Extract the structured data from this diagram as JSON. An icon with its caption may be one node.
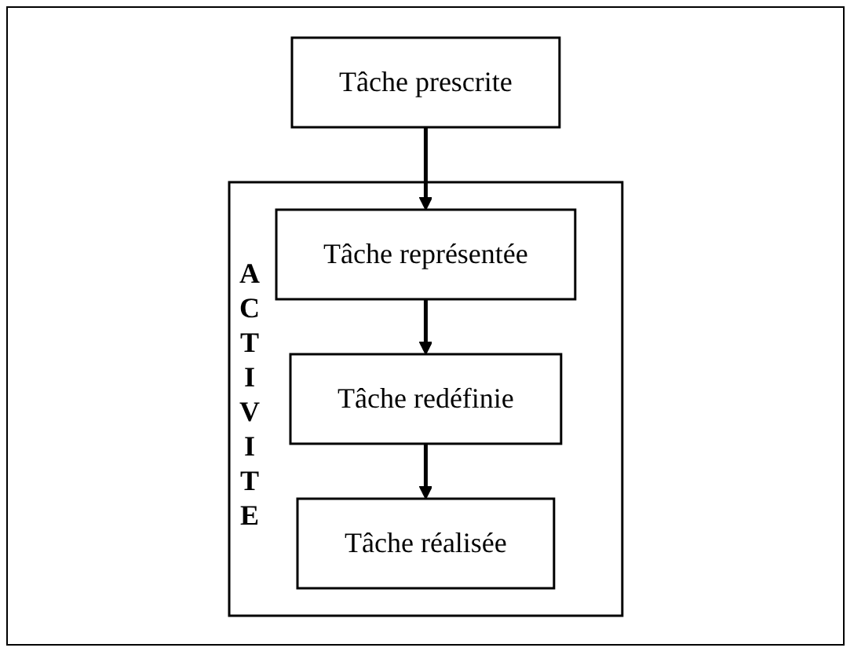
{
  "diagram": {
    "nodes": [
      {
        "text": [
          "Tâche prescrite"
        ]
      },
      {
        "text": [
          "ACTIVITE"
        ]
      },
      {
        "text": [
          "Tâche représentée"
        ],
        "in": 1
      },
      {
        "text": [
          "Tâche redéfinie"
        ],
        "in": 1
      },
      {
        "text": [
          "Tâche réalisée"
        ],
        "in": 1
      }
    ],
    "edges": [
      {
        "from": 0,
        "to": 2,
        "arrow": "to"
      },
      {
        "from": 2,
        "to": 3,
        "arrow": "to"
      },
      {
        "from": 3,
        "to": 4,
        "arrow": "to"
      }
    ]
  }
}
